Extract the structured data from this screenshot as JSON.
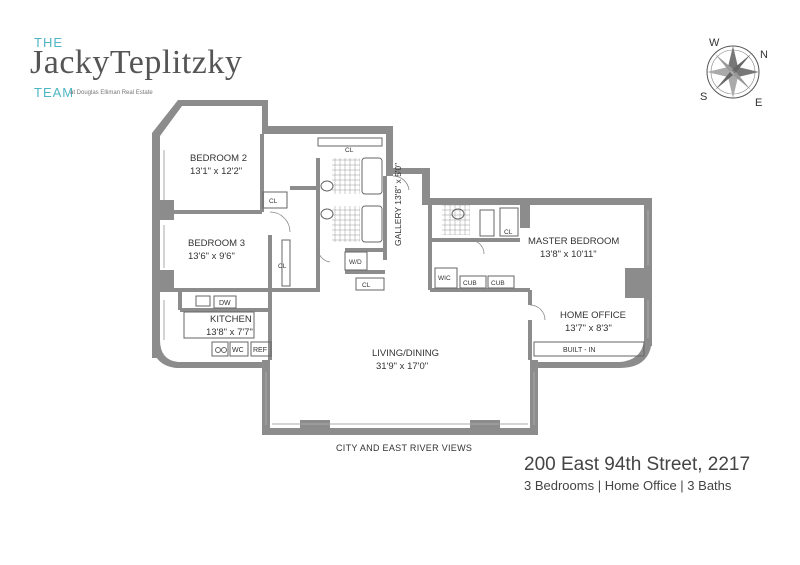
{
  "brand": {
    "line1": "THE",
    "name": "JackyTeplitzky",
    "line3": "TEAM",
    "affiliation": "at Douglas Elliman Real Estate",
    "accent_color": "#4fb6c4"
  },
  "compass": {
    "n": "N",
    "e": "E",
    "s": "S",
    "w": "W"
  },
  "rooms": {
    "bedroom2": {
      "name": "BEDROOM 2",
      "dims": "13'1\" x 12'2\""
    },
    "bedroom3": {
      "name": "BEDROOM 3",
      "dims": "13'6\" x 9'6\""
    },
    "kitchen": {
      "name": "KITCHEN",
      "dims": "13'8\" x 7'7\""
    },
    "living": {
      "name": "LIVING/DINING",
      "dims": "31'9\" x 17'0\""
    },
    "gallery": {
      "name": "GALLERY",
      "dims": "13'8\" x 5'0\""
    },
    "master": {
      "name": "MASTER BEDROOM",
      "dims": "13'8\" x 10'11\""
    },
    "office": {
      "name": "HOME OFFICE",
      "dims": "13'7\" x 8'3\""
    }
  },
  "fixtures": {
    "cl": "CL",
    "dw": "DW",
    "wc": "WC",
    "ref": "REF",
    "wd": "W/D",
    "wic": "WIC",
    "cub": "CUB",
    "builtin": "BUILT - IN"
  },
  "views": "CITY AND EAST RIVER VIEWS",
  "address": "200 East 94th Street, 2217",
  "summary": "3 Bedrooms | Home Office | 3 Baths"
}
